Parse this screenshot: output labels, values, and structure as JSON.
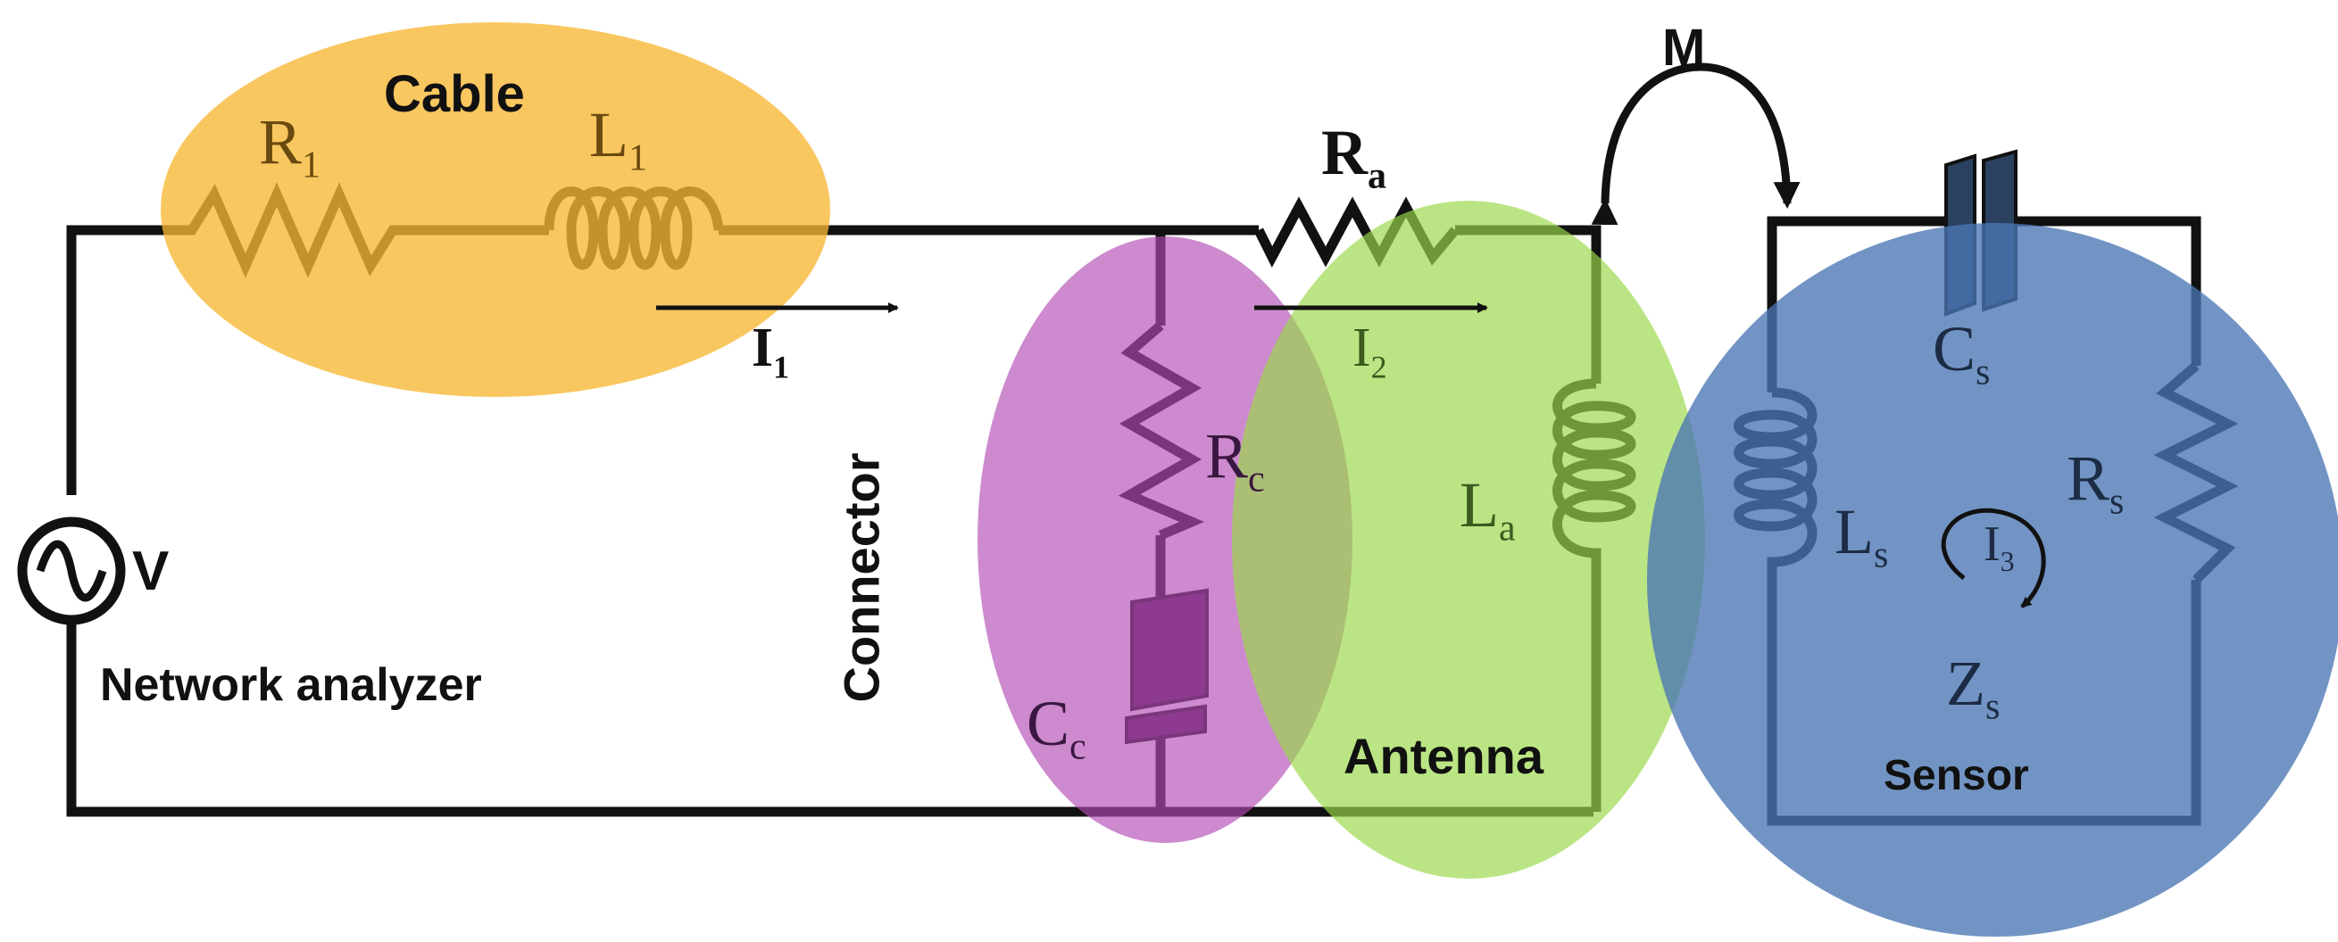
{
  "labels": {
    "cable": "Cable",
    "connector": "Connector",
    "antenna": "Antenna",
    "sensor": "Sensor",
    "network_analyzer": "Network analyzer",
    "mutual": "M",
    "source": "V"
  },
  "components": {
    "r1": {
      "main": "R",
      "sub": "1"
    },
    "l1": {
      "main": "L",
      "sub": "1"
    },
    "ra": {
      "main": "R",
      "sub": "a"
    },
    "rc": {
      "main": "R",
      "sub": "c"
    },
    "cc": {
      "main": "C",
      "sub": "c"
    },
    "la": {
      "main": "L",
      "sub": "a"
    },
    "ls": {
      "main": "L",
      "sub": "s"
    },
    "cs": {
      "main": "C",
      "sub": "s"
    },
    "rs": {
      "main": "R",
      "sub": "s"
    },
    "zs": {
      "main": "Z",
      "sub": "s"
    }
  },
  "currents": {
    "i1": {
      "main": "I",
      "sub": "1"
    },
    "i2": {
      "main": "I",
      "sub": "2"
    },
    "i3": {
      "main": "I",
      "sub": "3"
    }
  },
  "colors": {
    "cable_region": "#f7b733",
    "connector_region": "#b24bb3",
    "antenna_region": "#9bd94a",
    "sensor_region": "#4a76b3",
    "wire": "#111111"
  }
}
